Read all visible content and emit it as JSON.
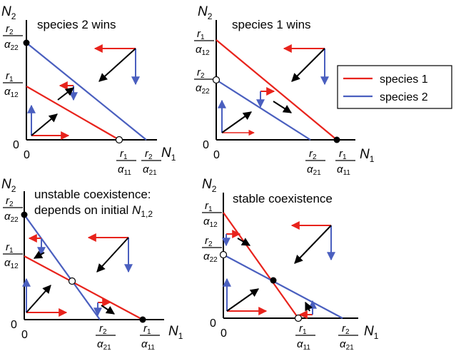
{
  "colors": {
    "species1": "#e8231c",
    "species2": "#4a5fbf",
    "arrow": "#000000",
    "axis": "#000000"
  },
  "legend": {
    "species1": "species 1",
    "species2": "species 2"
  },
  "labels": {
    "n1_var": "N",
    "n1_sub": "1",
    "n2_var": "N",
    "n2_sub": "2",
    "zero": "0",
    "r1": "r",
    "r1_sub": "1",
    "r2": "r",
    "r2_sub": "2",
    "alpha": "α",
    "a11": "11",
    "a12": "12",
    "a21": "21",
    "a22": "22"
  },
  "panels": {
    "tl": {
      "title": "species 2 wins"
    },
    "tr": {
      "title": "species 1 wins"
    },
    "bl": {
      "title_line1": "unstable coexistence:",
      "title_line2_prefix": "depends on initial ",
      "title_line2_var": "N",
      "title_line2_sub": "1,2"
    },
    "br": {
      "title": "stable coexistence"
    }
  }
}
